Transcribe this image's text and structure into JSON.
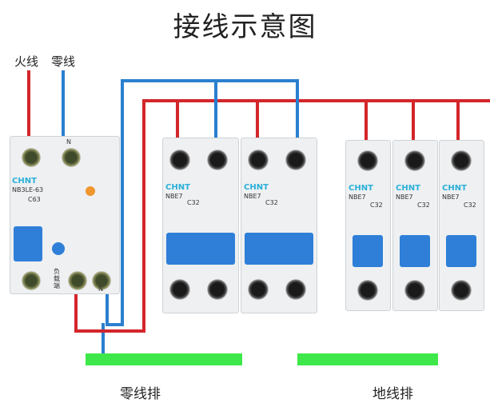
{
  "title": "接线示意图",
  "labels": {
    "live": "火线",
    "neutral": "零线",
    "neutral_bar": "零线排",
    "ground_bar": "地线排"
  },
  "main_breaker": {
    "brand": "CHNT",
    "model": "NB3LE-63",
    "rating": "C63",
    "terminal_n": "N",
    "load_side": "负载端"
  },
  "breakers": [
    {
      "brand": "CHNT",
      "model": "NBE7",
      "rating": "C32"
    },
    {
      "brand": "CHNT",
      "model": "NBE7",
      "rating": "C32"
    },
    {
      "brand": "CHNT",
      "model": "NBE7",
      "rating": "C32"
    },
    {
      "brand": "CHNT",
      "model": "NBE7",
      "rating": "C32"
    },
    {
      "brand": "CHNT",
      "model": "NBE7",
      "rating": "C32"
    }
  ],
  "colors": {
    "live": "#d3262b",
    "neutral": "#2a7fcf",
    "bar": "#3ee84a"
  }
}
